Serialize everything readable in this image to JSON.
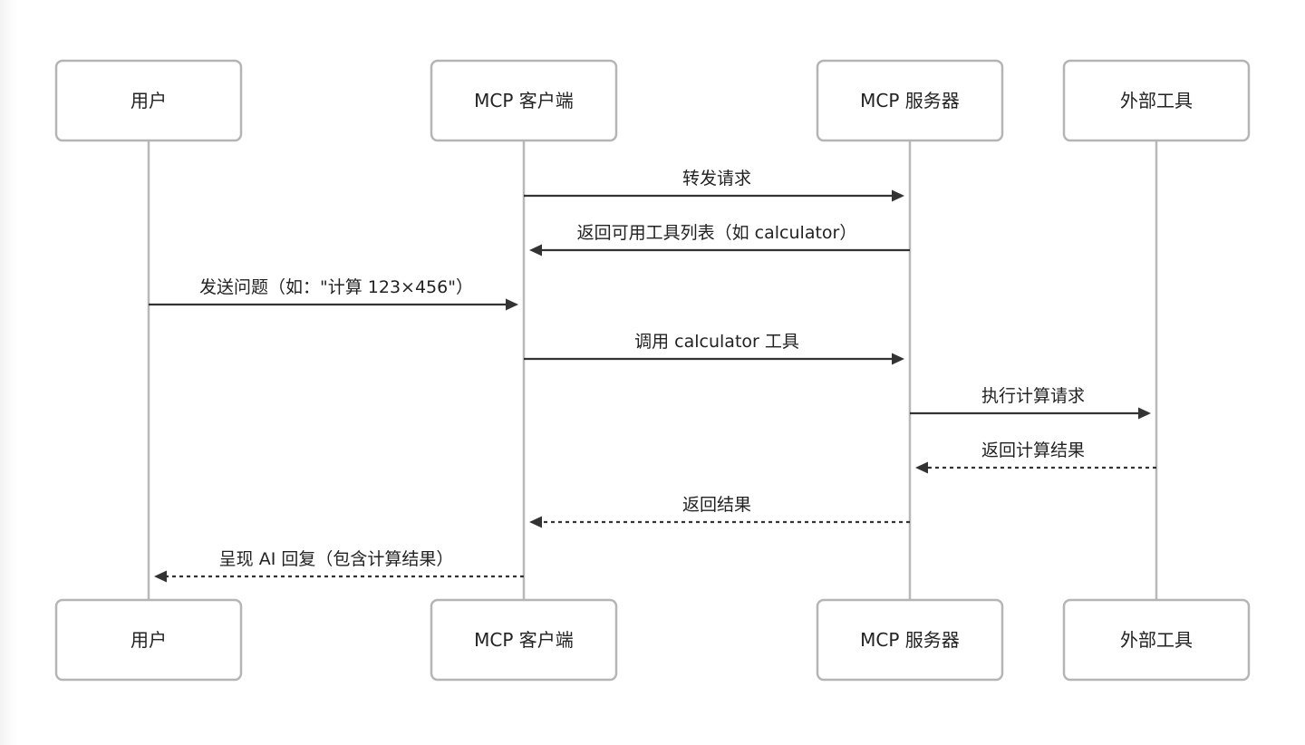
{
  "actors": [
    {
      "id": "user",
      "label": "用户"
    },
    {
      "id": "client",
      "label": "MCP 客户端"
    },
    {
      "id": "server",
      "label": "MCP 服务器"
    },
    {
      "id": "tool",
      "label": "外部工具"
    }
  ],
  "messages": [
    {
      "from": "client",
      "to": "server",
      "label": "转发请求",
      "style": "solid"
    },
    {
      "from": "server",
      "to": "client",
      "label": "返回可用工具列表（如 calculator）",
      "style": "solid"
    },
    {
      "from": "user",
      "to": "client",
      "label": "发送问题（如：\"计算 123×456\"）",
      "style": "solid"
    },
    {
      "from": "client",
      "to": "server",
      "label": "调用 calculator 工具",
      "style": "solid"
    },
    {
      "from": "server",
      "to": "tool",
      "label": "执行计算请求",
      "style": "solid"
    },
    {
      "from": "tool",
      "to": "server",
      "label": "返回计算结果",
      "style": "dashed"
    },
    {
      "from": "server",
      "to": "client",
      "label": "返回结果",
      "style": "dashed"
    },
    {
      "from": "client",
      "to": "user",
      "label": "呈现 AI 回复（包含计算结果）",
      "style": "dashed"
    }
  ],
  "colors": {
    "box_border": "#b5b5b5",
    "lifeline": "#b8b8b8",
    "arrow": "#333333",
    "text": "#222222"
  }
}
